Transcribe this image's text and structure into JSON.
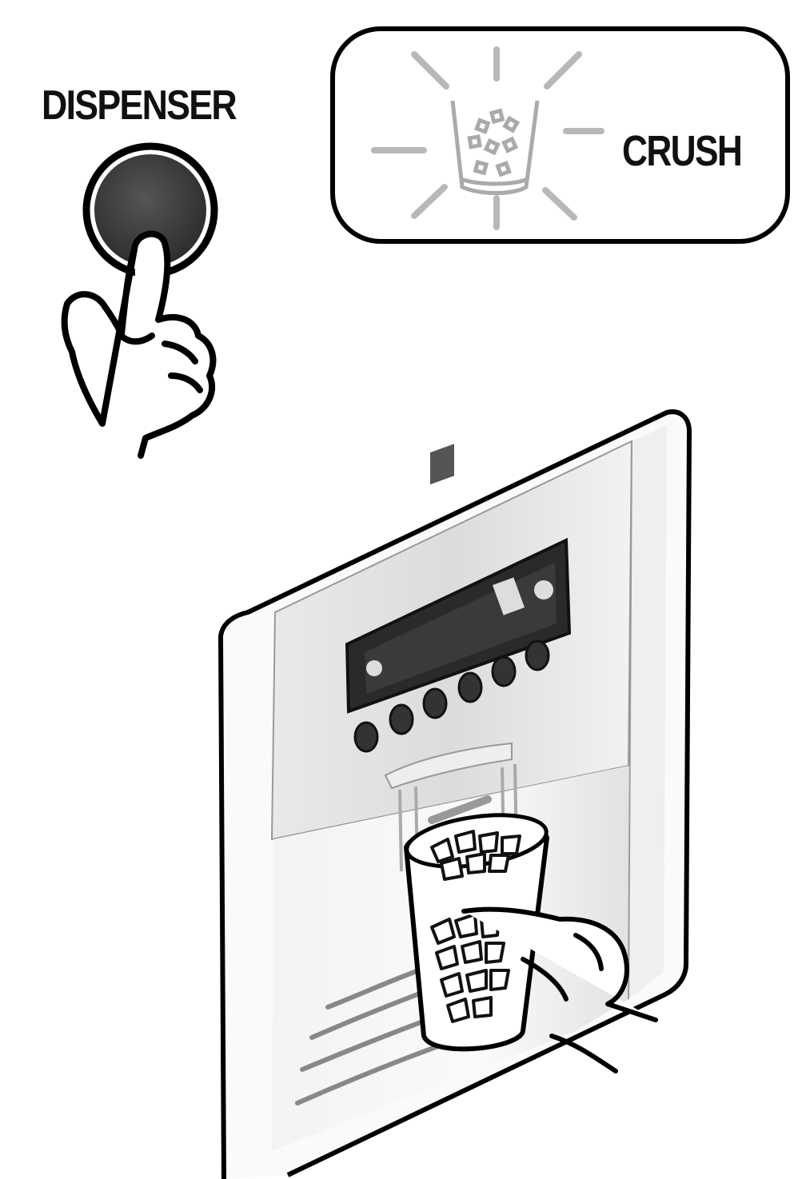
{
  "dispenser_label": "DISPENSER",
  "indicator": {
    "label": "CRUSH",
    "icon": "crushed-ice-cup-icon",
    "state": "lit"
  },
  "colors": {
    "ink": "#111111",
    "button": "#4a4a4a",
    "panel": "#e6e6e6"
  }
}
